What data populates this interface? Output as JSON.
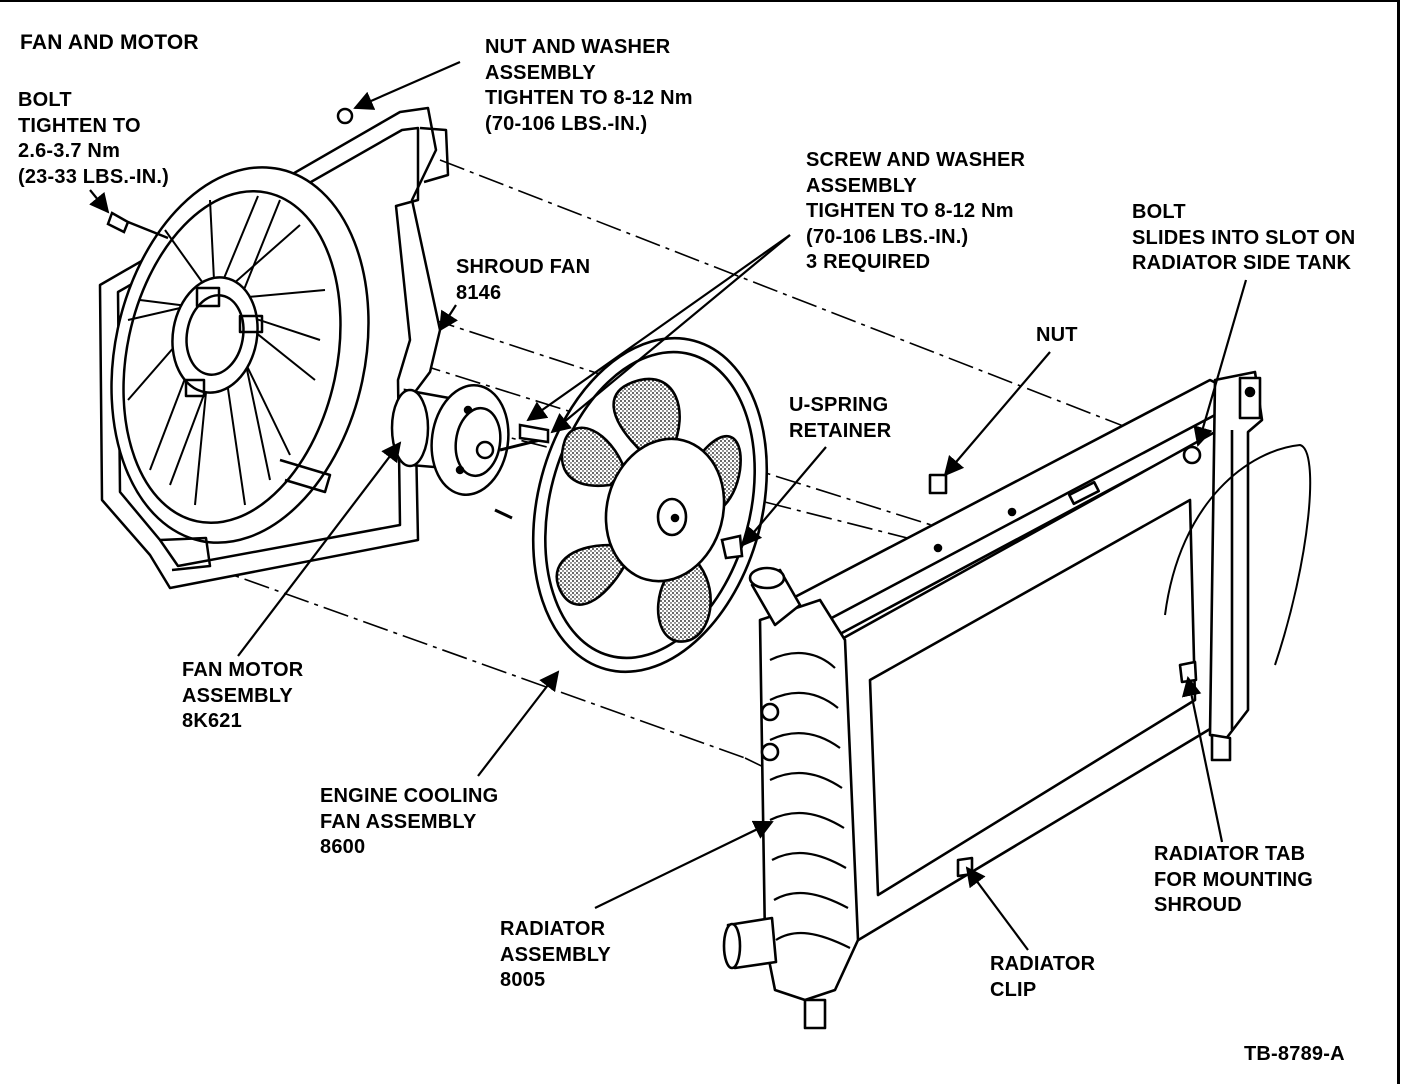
{
  "title": "FAN AND MOTOR",
  "figure_ref": "TB-8789-A",
  "labels": {
    "bolt": [
      "BOLT",
      "TIGHTEN TO",
      "2.6-3.7 Nm",
      "(23-33 LBS.-IN.)"
    ],
    "nut_washer": [
      "NUT AND WASHER",
      "ASSEMBLY",
      "TIGHTEN TO 8-12 Nm",
      "(70-106 LBS.-IN.)"
    ],
    "screw_washer": [
      "SCREW AND WASHER",
      "ASSEMBLY",
      "TIGHTEN TO 8-12 Nm",
      "(70-106 LBS.-IN.)",
      "3 REQUIRED"
    ],
    "bolt_slides": [
      "BOLT",
      "SLIDES INTO SLOT ON",
      "RADIATOR SIDE TANK"
    ],
    "shroud_fan": [
      "SHROUD FAN",
      "8146"
    ],
    "nut": [
      "NUT"
    ],
    "u_spring": [
      "U-SPRING",
      "RETAINER"
    ],
    "fan_motor": [
      "FAN MOTOR",
      "ASSEMBLY",
      "8K621"
    ],
    "engine_fan": [
      "ENGINE COOLING",
      "FAN ASSEMBLY",
      "8600"
    ],
    "radiator": [
      "RADIATOR",
      "ASSEMBLY",
      "8005"
    ],
    "radiator_clip": [
      "RADIATOR",
      "CLIP"
    ],
    "radiator_tab": [
      "RADIATOR TAB",
      "FOR MOUNTING",
      "SHROUD"
    ]
  }
}
